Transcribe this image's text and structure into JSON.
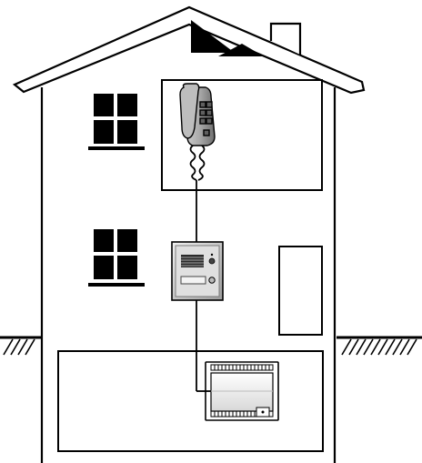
{
  "diagram": {
    "description_free": true,
    "colors": {
      "line": "#000000",
      "background": "#ffffff",
      "panel_light": "#e6e6e6",
      "panel_mid": "#c8c8c8",
      "panel_dark": "#8a8a8a",
      "handset": "#9a9a9a",
      "handset_dark": "#6b6b6b",
      "speaker_grille": "#3a3a3a"
    },
    "elements": {
      "house": "house-outline",
      "roof": "roof",
      "chimney": "chimney",
      "attic_vents": "attic-vents",
      "ground": "ground-line",
      "windows": 2,
      "door": "door",
      "rooms": [
        "upper-room",
        "basement-room"
      ],
      "devices": [
        "intercom-handset-icon",
        "door-entry-panel-icon",
        "power-supply-unit-icon"
      ],
      "wiring": "connection-cable"
    }
  }
}
